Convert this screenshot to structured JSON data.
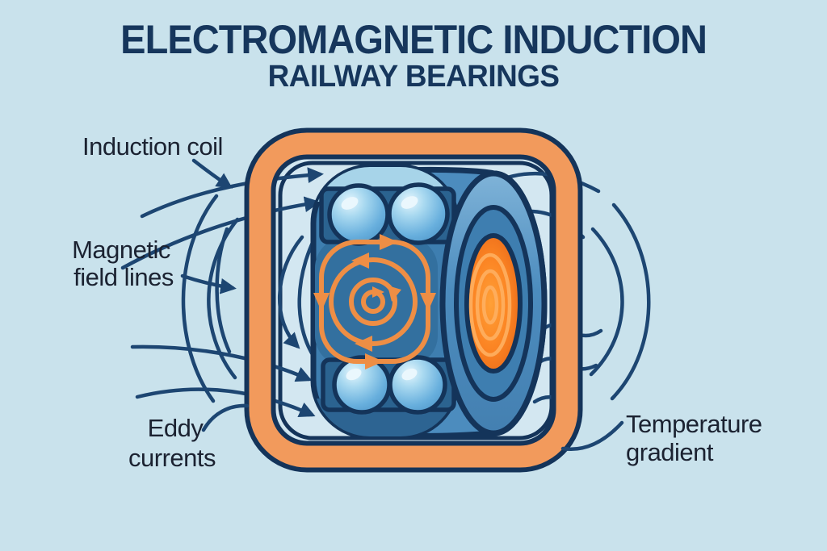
{
  "title": {
    "main": "ELECTROMAGNETIC INDUCTION",
    "subtitle": "RAILWAY BEARINGS"
  },
  "labels": {
    "induction_coil": {
      "text": "Induction coil"
    },
    "magnetic_field_lines": {
      "line1": "Magnetic",
      "line2": "field lines"
    },
    "eddy_currents": {
      "line1": "Eddy",
      "line2": "currents"
    },
    "temperature_gradient": {
      "line1": "Temperature",
      "line2": "gradient"
    }
  },
  "colors": {
    "background": "#c9e2ec",
    "title": "#16365c",
    "label_text": "#1b2231",
    "coil_orange": "#f29a5c",
    "outline_navy": "#14345a",
    "field_line": "#1d4672",
    "bearing_blue": "#3e7eb0",
    "bearing_blue_dark": "#2d6492",
    "bearing_blue_light": "#a7d4e9",
    "cage_blue": "#2b6390",
    "end_ring_blue": "#4c8cbe",
    "eddy_orange": "#ee8e45",
    "inner_bg": "#d3e7f1",
    "bore_ring": "#ffb061"
  }
}
